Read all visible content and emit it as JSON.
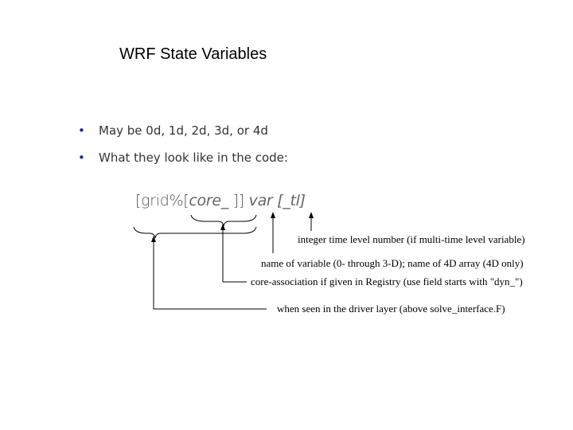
{
  "title": "WRF State Variables",
  "bullets": [
    "May be 0d, 1d, 2d, 3d, or 4d",
    "What they look like in the code:"
  ],
  "code": {
    "open": "[grid%[",
    "core": "core_",
    "close": " ]] ",
    "var": "var",
    "tl": " [_tl]"
  },
  "annotations": {
    "time_level": "integer time level number (if multi-time level variable)",
    "var_name": "name of variable (0- through 3-D); name of 4D array (4D only)",
    "core": "core-association if given in Registry (use field starts with \"dyn_\")",
    "driver": "when seen in the driver layer (above solve_interface.F)"
  },
  "colors": {
    "bullet": "#1a2a8a"
  }
}
